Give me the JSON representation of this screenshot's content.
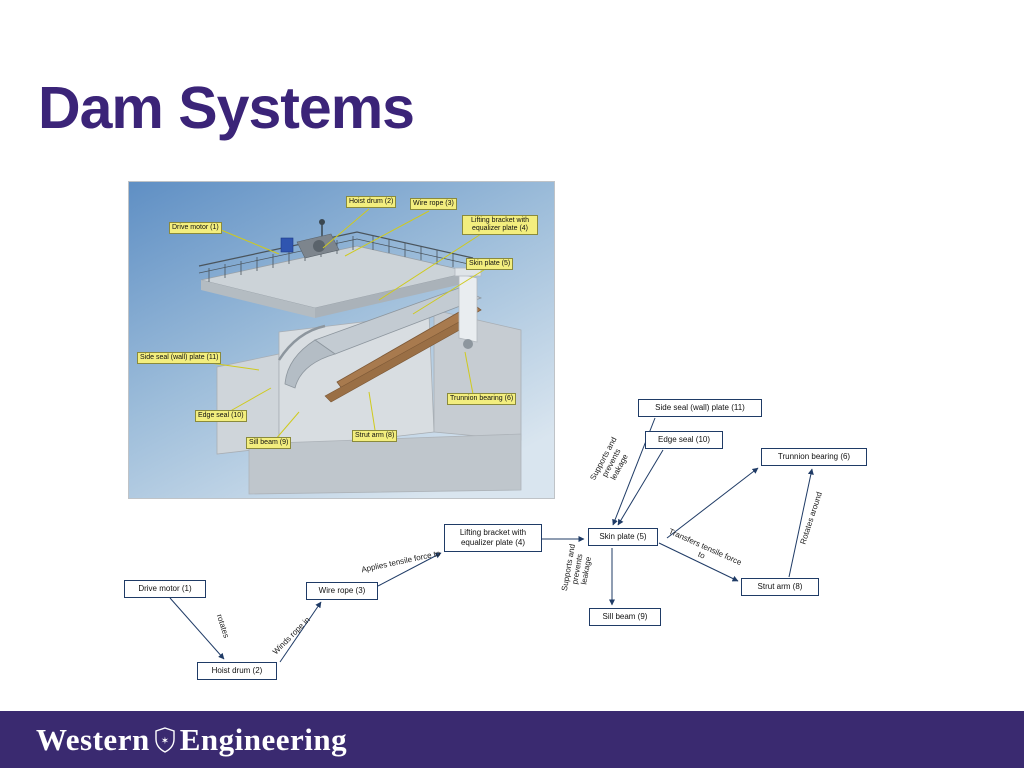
{
  "slide": {
    "title": "Dam Systems"
  },
  "colors": {
    "title_purple": "#3b2478",
    "footer_purple": "#3a2a70",
    "node_border_navy": "#1f3b66",
    "cad_label_yellow": "#f3ee7e"
  },
  "cad_figure": {
    "description_icon": "dam-gate-3d-render",
    "labels": [
      {
        "text": "Drive motor (1)"
      },
      {
        "text": "Hoist drum (2)"
      },
      {
        "text": "Wire rope (3)"
      },
      {
        "text": "Lifting bracket with equalizer plate (4)"
      },
      {
        "text": "Skin plate (5)"
      },
      {
        "text": "Side seal (wall) plate (11)"
      },
      {
        "text": "Edge seal (10)"
      },
      {
        "text": "Sill beam (9)"
      },
      {
        "text": "Strut arm (8)"
      },
      {
        "text": "Trunnion bearing (6)"
      }
    ]
  },
  "concept_map": {
    "nodes": [
      {
        "text": "Drive motor (1)"
      },
      {
        "text": "Hoist drum (2)"
      },
      {
        "text": "Wire rope (3)"
      },
      {
        "text": "Lifting bracket with equalizer plate (4)"
      },
      {
        "text": "Skin plate (5)"
      },
      {
        "text": "Trunnion bearing (6)"
      },
      {
        "text": "Strut arm (8)"
      },
      {
        "text": "Sill beam (9)"
      },
      {
        "text": "Edge seal (10)"
      },
      {
        "text": "Side seal (wall) plate (11)"
      }
    ],
    "edge_labels": [
      {
        "text": "rotates"
      },
      {
        "text": "Winds rope in"
      },
      {
        "text": "Applies tensile force to"
      },
      {
        "text": "Supports and prevents leakage"
      },
      {
        "text": "Supports and prevents leakage"
      },
      {
        "text": "Transfers tensile force to"
      },
      {
        "text": "Rotates around"
      }
    ]
  },
  "footer": {
    "brand_left": "Western",
    "brand_right": "Engineering"
  }
}
